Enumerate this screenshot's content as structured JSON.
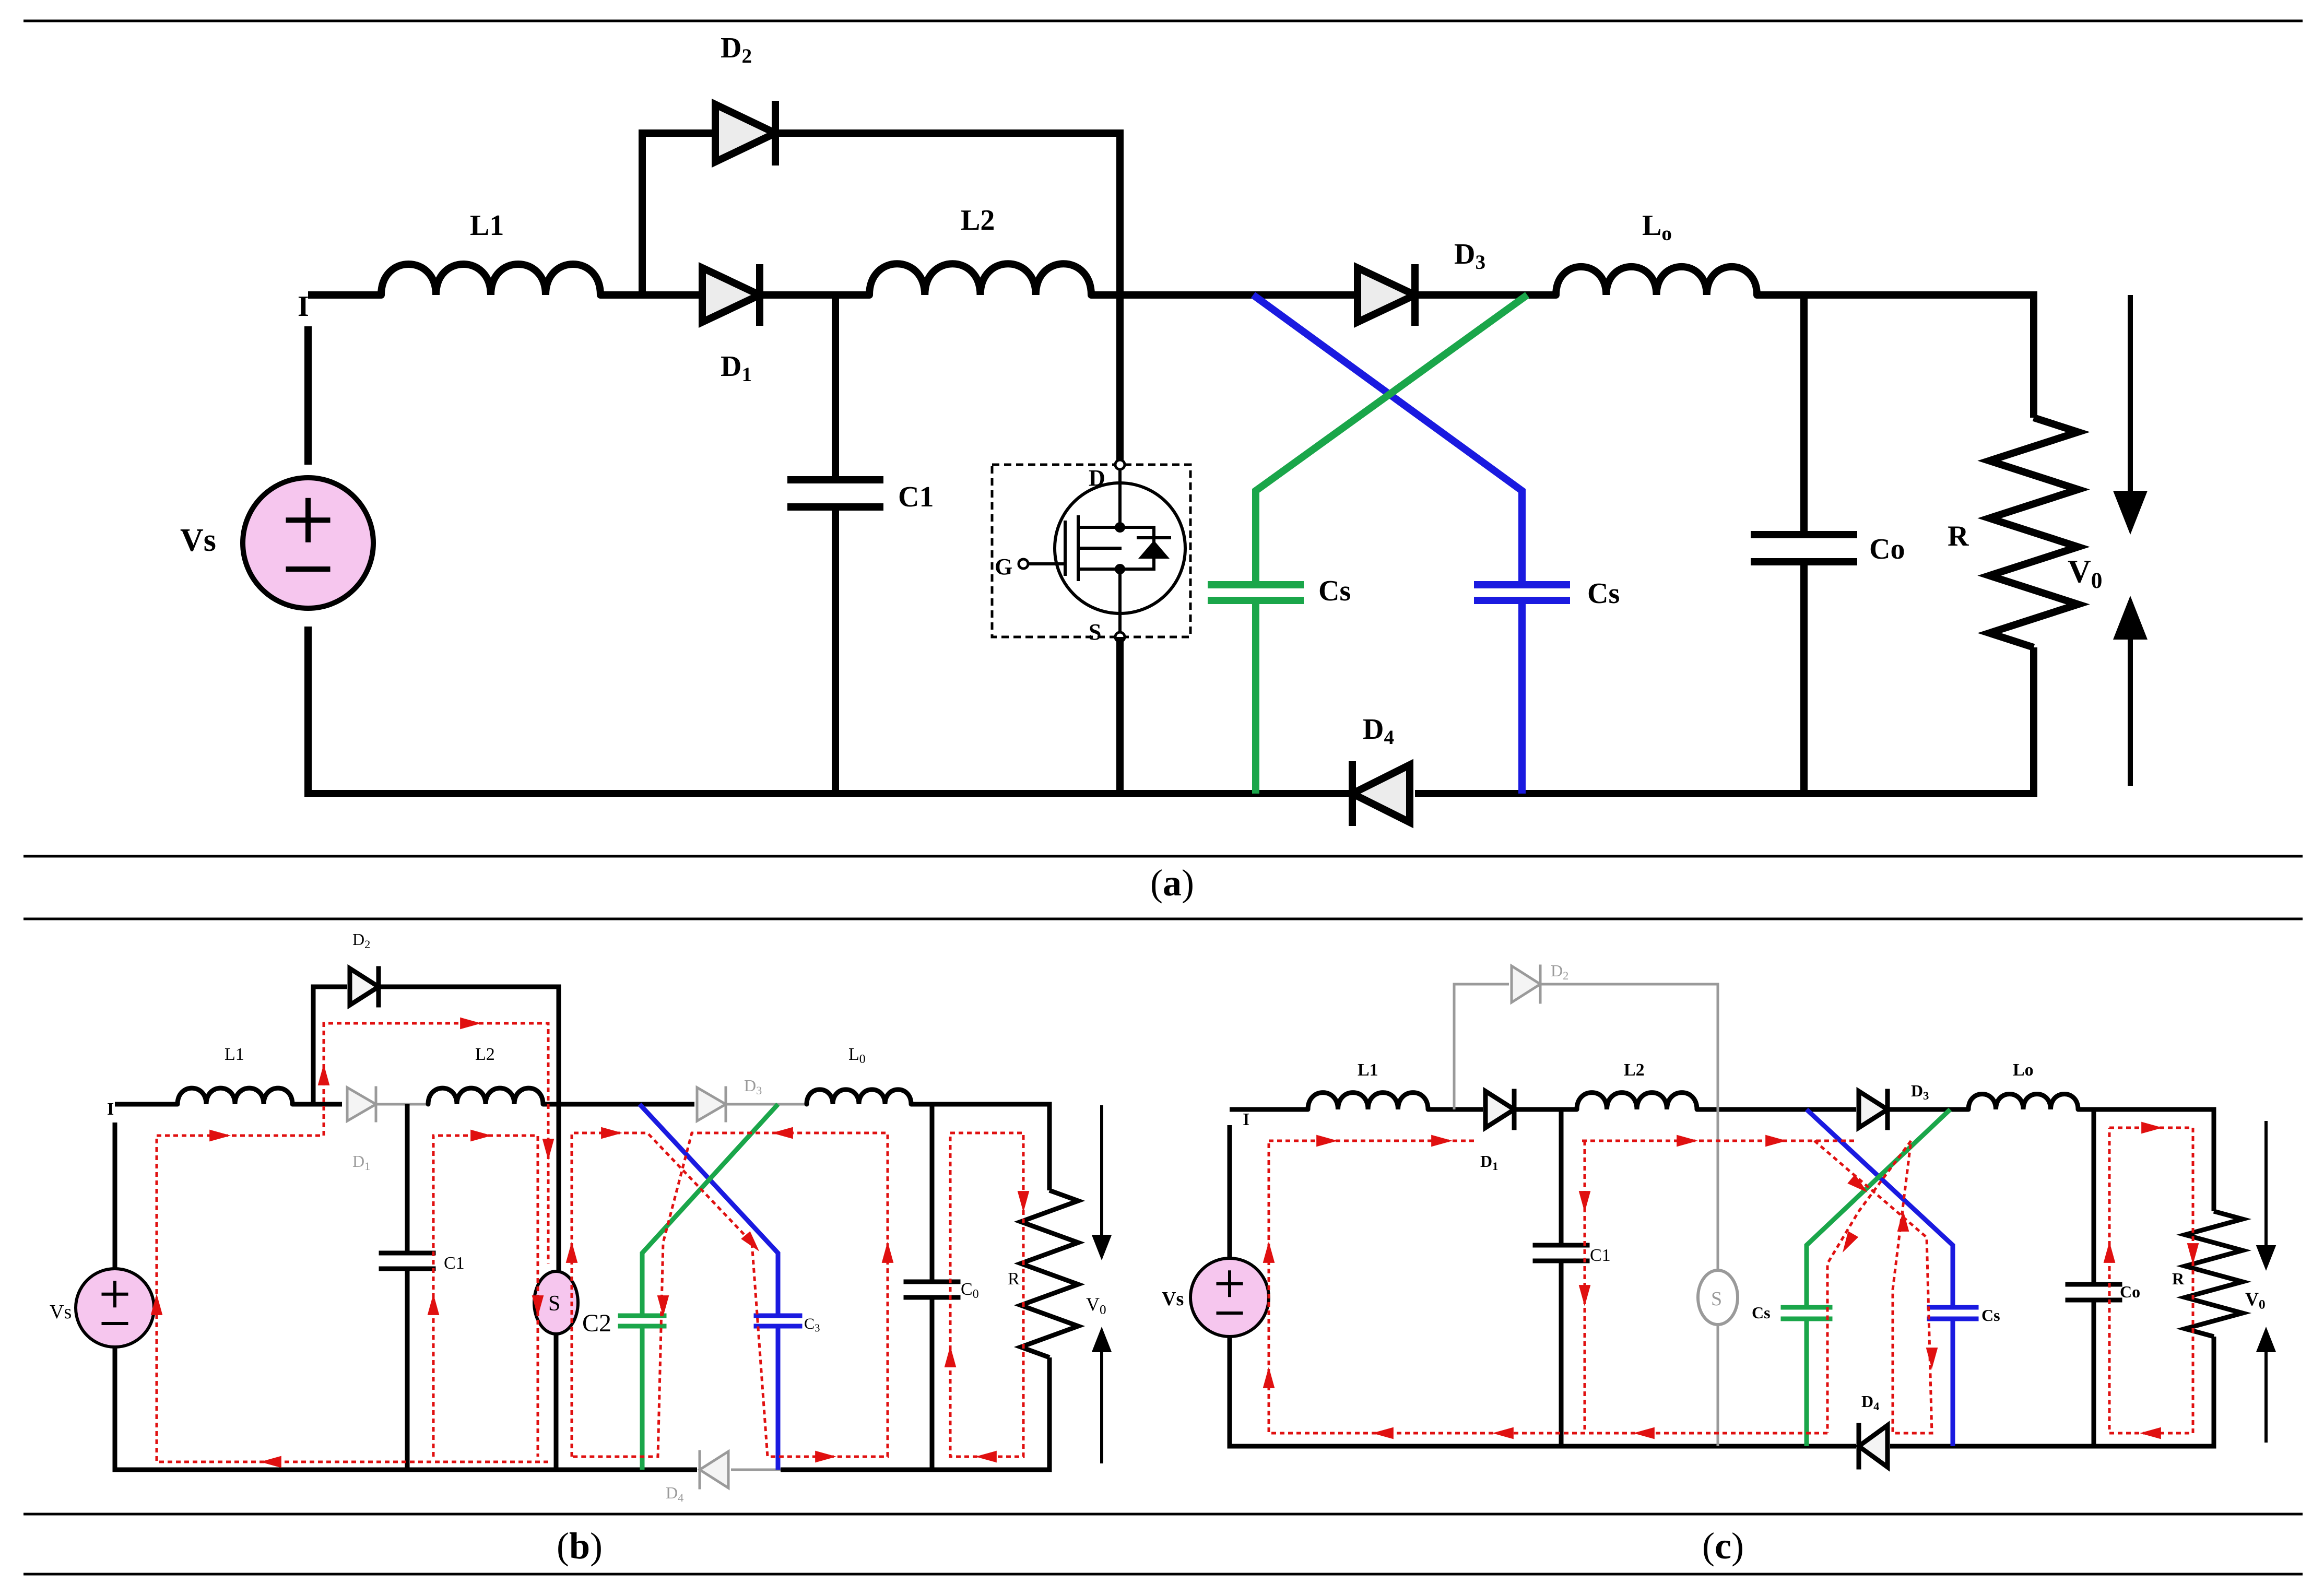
{
  "panels": [
    {
      "id": "a",
      "caption": "a",
      "labels": {
        "I": "I",
        "L1": "L1",
        "L2": "L2",
        "Lo": "Lo",
        "D1": "D1",
        "D2": "D2",
        "D3": "D3",
        "D4": "D4",
        "C1": "C1",
        "Cs_left": "Cs",
        "Cs_right": "Cs",
        "Co": "Co",
        "R": "R",
        "V0": "V0",
        "Vs": "Vs",
        "mos_D": "D",
        "mos_G": "G",
        "mos_S": "S"
      }
    },
    {
      "id": "b",
      "caption": "b",
      "labels": {
        "I": "I",
        "L1": "L1",
        "L2": "L2",
        "Lo": "L0",
        "D1": "D1",
        "D2": "D2",
        "D3": "D3",
        "D4": "D4",
        "C1": "C1",
        "C2": "C2",
        "C3": "C3",
        "Co": "C0",
        "R": "R",
        "V0": "V0",
        "Vs": "Vs",
        "S": "S"
      }
    },
    {
      "id": "c",
      "caption": "c",
      "labels": {
        "I": "I",
        "L1": "L1",
        "L2": "L2",
        "Lo": "Lo",
        "D1": "D1",
        "D2": "D2",
        "D3": "D3",
        "D4": "D4",
        "C1": "C1",
        "Cs_left": "Cs",
        "Cs_right": "Cs",
        "Co": "Co",
        "R": "R",
        "V0": "V0",
        "Vs": "Vs",
        "S": "S"
      }
    }
  ],
  "colors": {
    "wire": "#000000",
    "inactive": "#9a9a9a",
    "green_path": "#1aa64a",
    "blue_path": "#1a1ae0",
    "current_flow": "#e01010",
    "source_fill": "#f6c6ee"
  }
}
